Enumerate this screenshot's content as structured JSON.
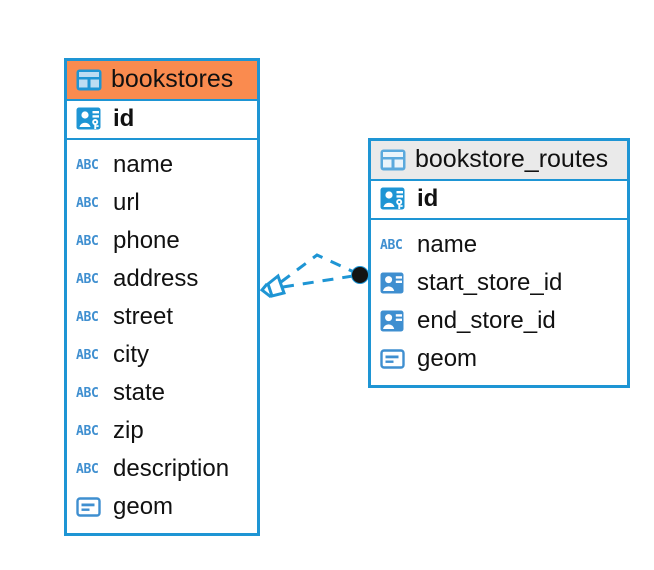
{
  "diagram": {
    "type": "entity-relationship-diagram",
    "background": "#ffffff",
    "accent_blue": "#1e95d4",
    "accent_orange": "#fa8b4f",
    "header_grey": "#eaeaea",
    "text_color": "#111111"
  },
  "entities": [
    {
      "name": "bookstores",
      "header_style": "accent-orange",
      "table_icon": "table-icon",
      "primary_key": {
        "label": "id",
        "icon": "primary-key-icon",
        "type": "pk"
      },
      "fields": [
        {
          "label": "name",
          "icon": "abc-text-icon",
          "type": "text"
        },
        {
          "label": "url",
          "icon": "abc-text-icon",
          "type": "text"
        },
        {
          "label": "phone",
          "icon": "abc-text-icon",
          "type": "text"
        },
        {
          "label": "address",
          "icon": "abc-text-icon",
          "type": "text"
        },
        {
          "label": "street",
          "icon": "abc-text-icon",
          "type": "text"
        },
        {
          "label": "city",
          "icon": "abc-text-icon",
          "type": "text"
        },
        {
          "label": "state",
          "icon": "abc-text-icon",
          "type": "text"
        },
        {
          "label": "zip",
          "icon": "abc-text-icon",
          "type": "text"
        },
        {
          "label": "description",
          "icon": "abc-text-icon",
          "type": "text"
        },
        {
          "label": "geom",
          "icon": "geometry-icon",
          "type": "geometry"
        }
      ]
    },
    {
      "name": "bookstore_routes",
      "header_style": "accent-grey",
      "table_icon": "table-icon",
      "primary_key": {
        "label": "id",
        "icon": "primary-key-icon",
        "type": "pk"
      },
      "fields": [
        {
          "label": "name",
          "icon": "abc-text-icon",
          "type": "text"
        },
        {
          "label": "start_store_id",
          "icon": "foreign-key-icon",
          "type": "fk"
        },
        {
          "label": "end_store_id",
          "icon": "foreign-key-icon",
          "type": "fk"
        },
        {
          "label": "geom",
          "icon": "geometry-icon",
          "type": "geometry"
        }
      ]
    }
  ],
  "relationships": [
    {
      "from_entity": "bookstores",
      "to_entity": "bookstore_routes",
      "line_style": "dashed",
      "color": "#1e95d4",
      "source_marker": "diamond-crowsfoot-marker",
      "target_marker": "filled-circle-marker"
    },
    {
      "from_entity": "bookstores",
      "to_entity": "bookstore_routes",
      "line_style": "dashed",
      "color": "#1e95d4",
      "source_marker": "diamond-crowsfoot-marker",
      "target_marker": "filled-circle-marker"
    }
  ]
}
